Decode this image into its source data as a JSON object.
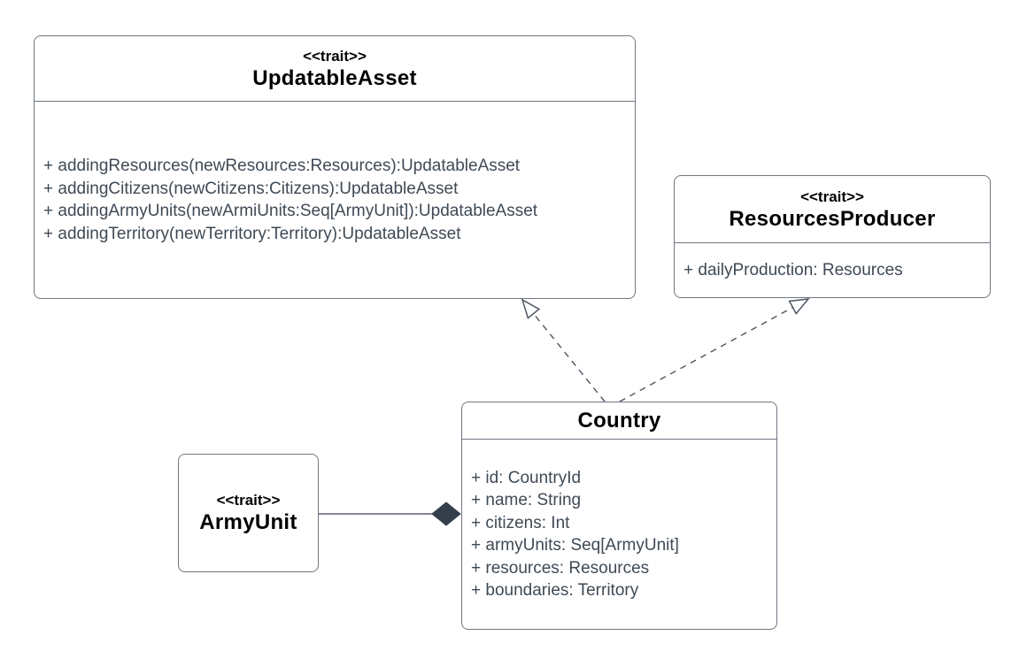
{
  "diagram": {
    "kind": "uml-class-diagram",
    "colors": {
      "background": "#ffffff",
      "box_border": "#6e7681",
      "title_text": "#000000",
      "member_text": "#3f4a55",
      "connector_stroke": "#4b5561",
      "composition_diamond_fill": "#333e4a",
      "realization_arrow_fill": "#ffffff"
    },
    "classes": {
      "updatable_asset": {
        "stereotype": "<<trait>>",
        "name": "UpdatableAsset",
        "members": [
          "+ addingResources(newResources:Resources):UpdatableAsset",
          "+ addingCitizens(newCitizens:Citizens):UpdatableAsset",
          "+ addingArmyUnits(newArmiUnits:Seq[ArmyUnit]):UpdatableAsset",
          "+ addingTerritory(newTerritory:Territory):UpdatableAsset"
        ]
      },
      "resources_producer": {
        "stereotype": "<<trait>>",
        "name": "ResourcesProducer",
        "members": [
          "+ dailyProduction: Resources"
        ]
      },
      "country": {
        "stereotype": "",
        "name": "Country",
        "members": [
          "+ id: CountryId",
          "+ name: String",
          "+ citizens: Int",
          "+ armyUnits: Seq[ArmyUnit]",
          "+ resources: Resources",
          "+ boundaries: Territory"
        ]
      },
      "army_unit": {
        "stereotype": "<<trait>>",
        "name": "ArmyUnit"
      }
    },
    "relationships": [
      {
        "type": "realization",
        "from": "Country",
        "to": "UpdatableAsset",
        "line": "dashed",
        "head": "open-triangle"
      },
      {
        "type": "realization",
        "from": "Country",
        "to": "ResourcesProducer",
        "line": "dashed",
        "head": "open-triangle"
      },
      {
        "type": "composition",
        "from": "Country",
        "to": "ArmyUnit",
        "line": "solid",
        "head": "filled-diamond"
      }
    ]
  }
}
